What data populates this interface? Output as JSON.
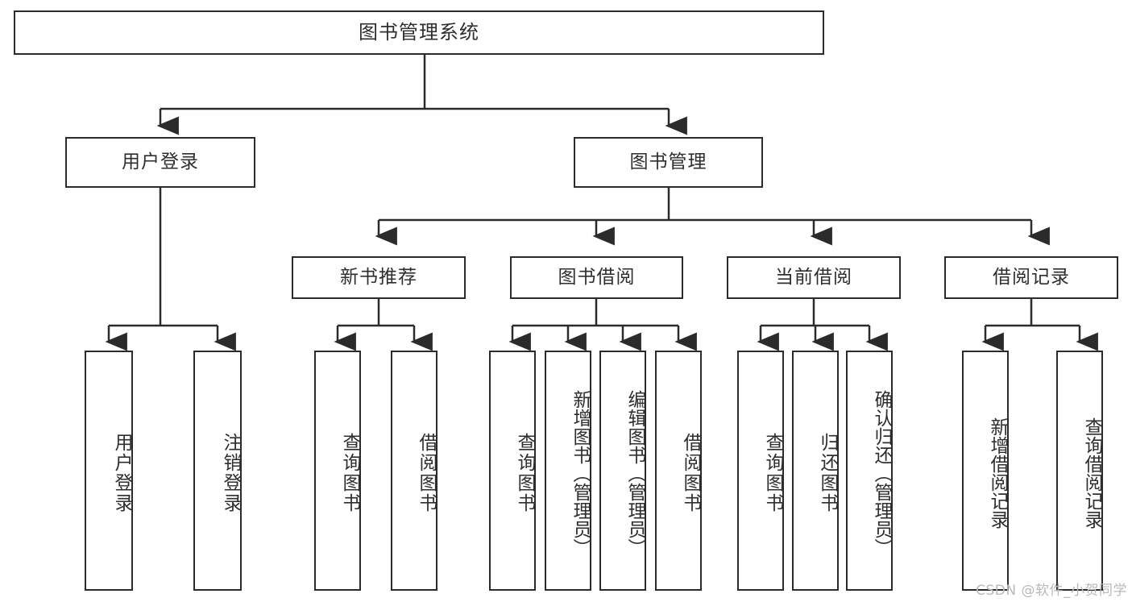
{
  "diagram": {
    "title": "图书管理系统",
    "type": "hierarchy-tree",
    "colors": {
      "box_border": "#2b2b2b",
      "box_fill": "#ffffff",
      "line": "#2b2b2b",
      "text": "#2e2e2e",
      "watermark": "#b9b9b9"
    },
    "levels": {
      "root": {
        "label": "图书管理系统"
      },
      "level2": [
        {
          "id": "user-login",
          "label": "用户登录"
        },
        {
          "id": "book-management",
          "label": "图书管理"
        }
      ],
      "level3": [
        {
          "id": "new-book-recommend",
          "label": "新书推荐",
          "parent": "book-management"
        },
        {
          "id": "book-borrow",
          "label": "图书借阅",
          "parent": "book-management"
        },
        {
          "id": "current-borrow",
          "label": "当前借阅",
          "parent": "book-management"
        },
        {
          "id": "borrow-record",
          "label": "借阅记录",
          "parent": "book-management"
        }
      ],
      "leaves": [
        {
          "id": "leaf-user-login",
          "label": "用户登录",
          "parent": "user-login"
        },
        {
          "id": "leaf-logout-login",
          "label": "注销登录",
          "parent": "user-login"
        },
        {
          "id": "leaf-query-book-1",
          "label": "查询图书",
          "parent": "new-book-recommend"
        },
        {
          "id": "leaf-borrow-book-1",
          "label": "借阅图书",
          "parent": "new-book-recommend"
        },
        {
          "id": "leaf-query-book-2",
          "label": "查询图书",
          "parent": "book-borrow"
        },
        {
          "id": "leaf-add-book",
          "label": "新增图书（管理员）",
          "parent": "book-borrow"
        },
        {
          "id": "leaf-edit-book",
          "label": "编辑图书（管理员）",
          "parent": "book-borrow"
        },
        {
          "id": "leaf-borrow-book-2",
          "label": "借阅图书",
          "parent": "book-borrow"
        },
        {
          "id": "leaf-query-book-3",
          "label": "查询图书",
          "parent": "current-borrow"
        },
        {
          "id": "leaf-return-book",
          "label": "归还图书",
          "parent": "current-borrow"
        },
        {
          "id": "leaf-confirm-return",
          "label": "确认归还（管理员）",
          "parent": "current-borrow"
        },
        {
          "id": "leaf-add-record",
          "label": "新增借阅记录",
          "parent": "borrow-record"
        },
        {
          "id": "leaf-query-record",
          "label": "查询借阅记录",
          "parent": "borrow-record"
        }
      ]
    },
    "watermark": "CSDN @软件_小贺同学"
  }
}
